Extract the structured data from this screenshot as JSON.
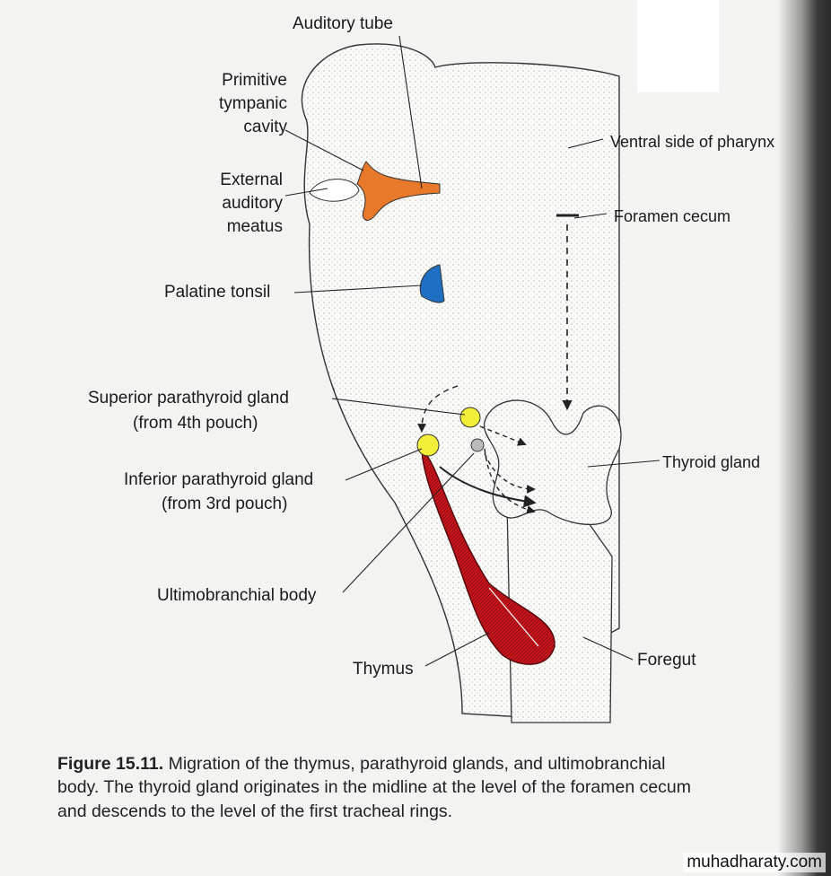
{
  "labels": {
    "auditory_tube": "Auditory tube",
    "primitive_tympanic_cavity": [
      "Primitive",
      "tympanic",
      "cavity"
    ],
    "external_auditory_meatus": [
      "External",
      "auditory",
      "meatus"
    ],
    "palatine_tonsil": "Palatine tonsil",
    "superior_parathyroid": [
      "Superior parathyroid gland",
      "(from 4th pouch)"
    ],
    "inferior_parathyroid": [
      "Inferior parathyroid gland",
      "(from 3rd pouch)"
    ],
    "ultimobranchial_body": "Ultimobranchial body",
    "thymus": "Thymus",
    "ventral_side_of_pharynx": "Ventral side of pharynx",
    "foramen_cecum": "Foramen cecum",
    "thyroid_gland": "Thyroid gland",
    "foregut": "Foregut"
  },
  "caption": {
    "figure_number": "Figure 15.11.",
    "line1": "Migration of the thymus, parathyroid glands, and ultimobranchial",
    "line2": "body. The thyroid gland originates in the midline at the level of the foramen cecum",
    "line3": "and descends to the level of the first tracheal rings."
  },
  "watermark": "muhadharaty.com",
  "colors": {
    "tympanic_cavity": "#e8782a",
    "palatine_tonsil": "#1f6fc4",
    "parathyroid": "#f2ee3a",
    "thymus": "#c8151c"
  }
}
